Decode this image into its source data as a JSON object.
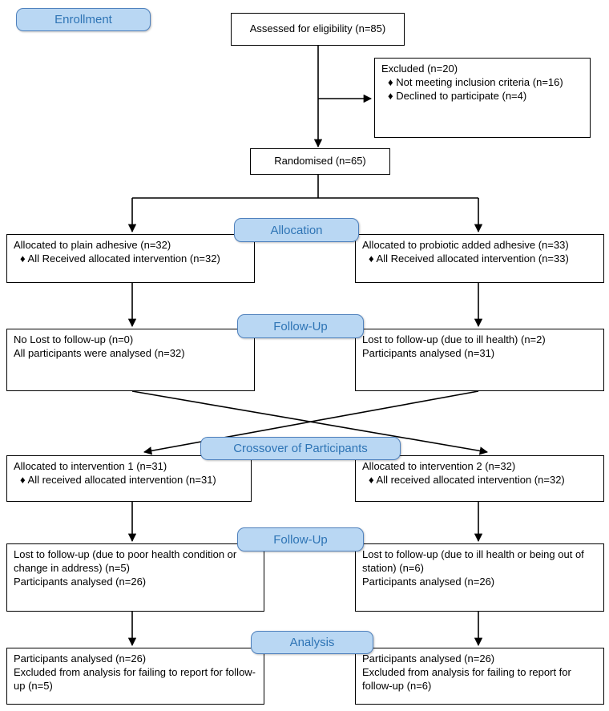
{
  "colors": {
    "stage_fill": "#b9d7f3",
    "stage_border": "#4f81bd",
    "stage_text": "#2e74b5",
    "box_border": "#000000",
    "arrow": "#000000"
  },
  "stages": {
    "enrollment": "Enrollment",
    "allocation": "Allocation",
    "followup1": "Follow-Up",
    "crossover": "Crossover of Participants",
    "followup2": "Follow-Up",
    "analysis": "Analysis"
  },
  "boxes": {
    "assessed": {
      "text": "Assessed for eligibility (n=85)"
    },
    "excluded": {
      "title": "Excluded (n=20)",
      "bullets": [
        "♦ Not meeting inclusion criteria (n=16)",
        "♦ Declined to participate (n=4)"
      ]
    },
    "randomised": {
      "text": "Randomised (n=65)"
    },
    "alloc_left": {
      "line1": "Allocated to plain adhesive (n=32)",
      "bullet": "♦ All Received allocated intervention (n=32)"
    },
    "alloc_right": {
      "line1": "Allocated to probiotic added adhesive (n=33)",
      "bullet": "♦ All Received allocated intervention (n=33)"
    },
    "fu1_left": {
      "lines": [
        "No Lost to follow-up (n=0)",
        "All participants were analysed (n=32)"
      ]
    },
    "fu1_right": {
      "lines": [
        "Lost to follow-up (due to ill health) (n=2)",
        "Participants analysed (n=31)"
      ]
    },
    "int_left": {
      "line1": "Allocated to intervention 1 (n=31)",
      "bullet": "♦ All received allocated intervention (n=31)"
    },
    "int_right": {
      "line1": "Allocated to intervention 2 (n=32)",
      "bullet": "♦ All received allocated intervention (n=32)"
    },
    "fu2_left": {
      "lines": [
        "Lost to follow-up (due to poor health condition or change in address) (n=5)",
        "Participants analysed (n=26)"
      ]
    },
    "fu2_right": {
      "lines": [
        "Lost to follow-up (due to ill health or being out of station) (n=6)",
        "Participants analysed (n=26)"
      ]
    },
    "an_left": {
      "lines": [
        "Participants analysed (n=26)",
        "Excluded from analysis for failing to report for follow-up (n=5)"
      ]
    },
    "an_right": {
      "lines": [
        "Participants analysed (n=26)",
        "Excluded from analysis for failing to report for follow-up (n=6)"
      ]
    }
  }
}
